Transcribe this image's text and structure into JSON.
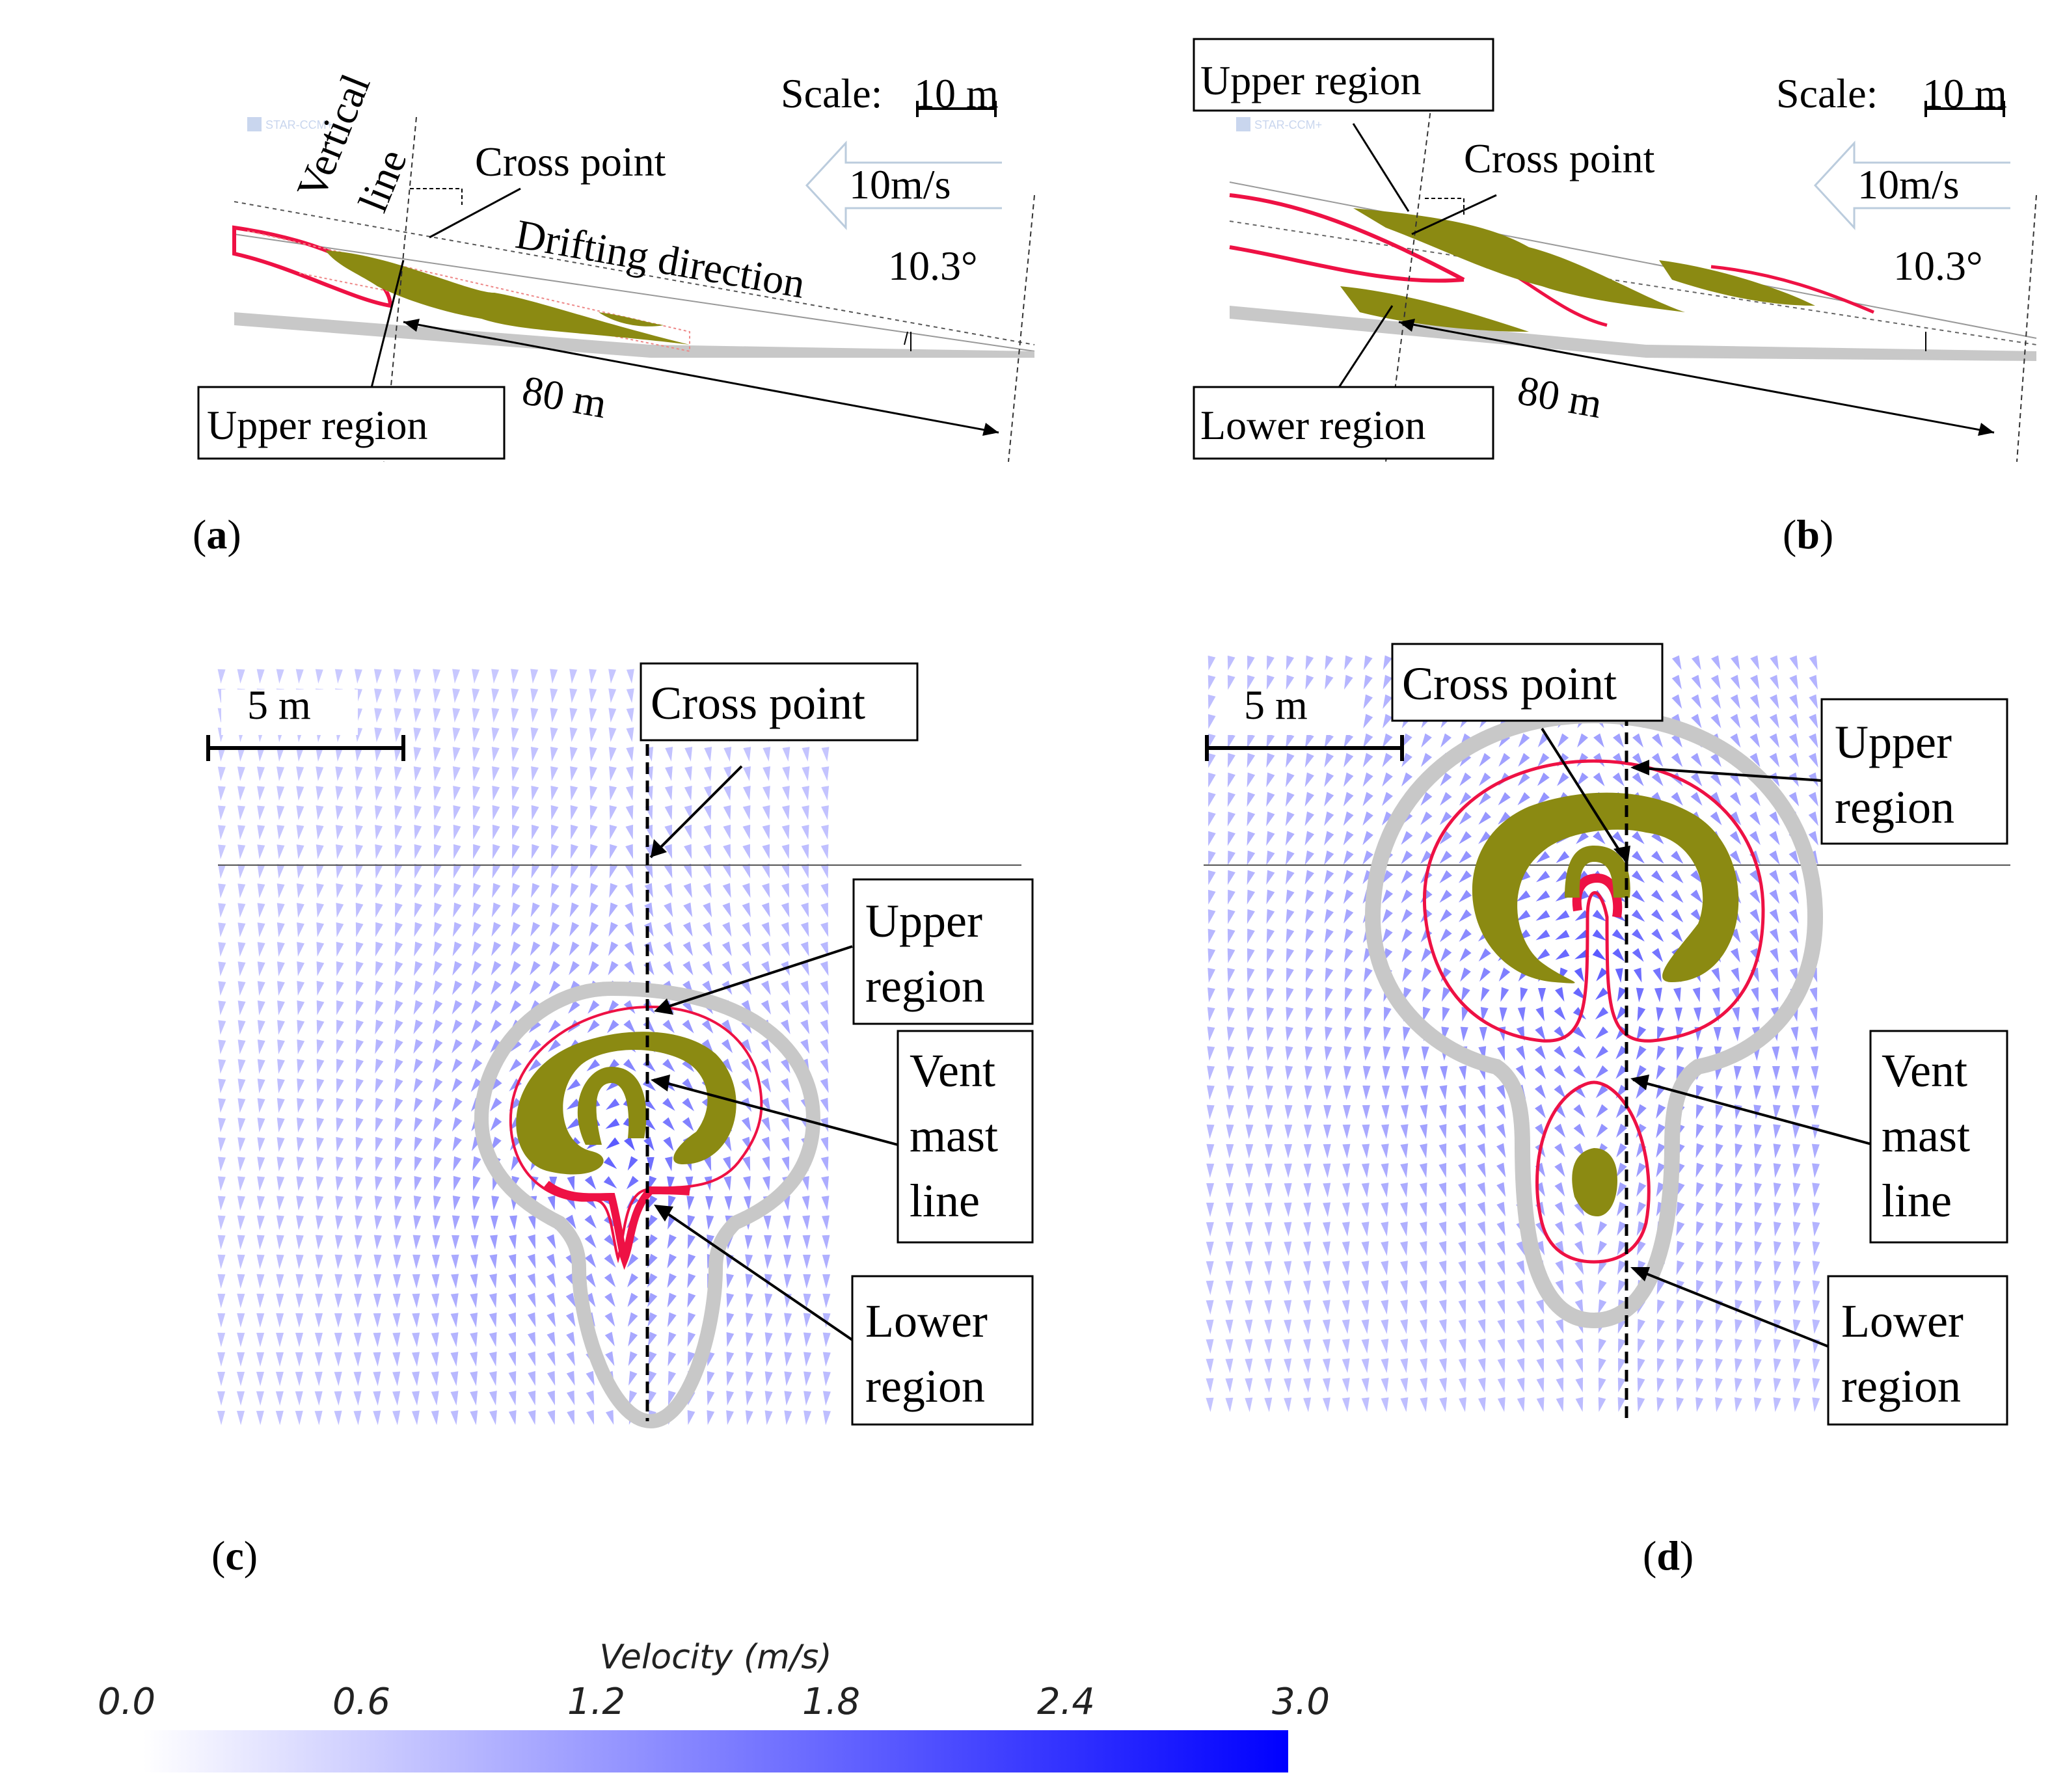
{
  "panels": {
    "a": {
      "tag": "a",
      "scale_label": "Scale:",
      "scale_value": "10 m",
      "velocity": "10m/s",
      "angle": "10.3°",
      "distance": "80 m",
      "labels": {
        "vertical_1": "Vertical",
        "vertical_2": "line",
        "cross_point": "Cross point",
        "drifting": "Drifting direction",
        "upper_region": "Upper region"
      },
      "logo": "STAR-CCM+"
    },
    "b": {
      "tag": "b",
      "scale_label": "Scale:",
      "scale_value": "10 m",
      "velocity": "10m/s",
      "angle": "10.3°",
      "distance": "80 m",
      "labels": {
        "upper_region": "Upper region",
        "cross_point": "Cross point",
        "lower_region": "Lower region"
      },
      "logo": "STAR-CCM+"
    },
    "c": {
      "tag": "c",
      "scale": "5 m",
      "labels": {
        "cross_point": "Cross point",
        "upper_1": "Upper",
        "upper_2": "region",
        "vent_1": "Vent",
        "vent_2": "mast",
        "vent_3": "line",
        "lower_1": "Lower",
        "lower_2": "region"
      }
    },
    "d": {
      "tag": "d",
      "scale": "5 m",
      "labels": {
        "cross_point": "Cross point",
        "upper_1": "Upper",
        "upper_2": "region",
        "vent_1": "Vent",
        "vent_2": "mast",
        "vent_3": "line",
        "lower_1": "Lower",
        "lower_2": "region"
      }
    }
  },
  "colorbar": {
    "title": "Velocity (m/s)",
    "ticks": [
      "0.0",
      "0.6",
      "1.2",
      "1.8",
      "2.4",
      "3.0"
    ],
    "color_min": "#ffffff",
    "color_max": "#0000ff"
  },
  "colors": {
    "contour_red": "#ee1144",
    "contour_olive": "#8b8a12",
    "plume_gray": "#c8c8c8",
    "vector_blue": "#3a3aff"
  }
}
